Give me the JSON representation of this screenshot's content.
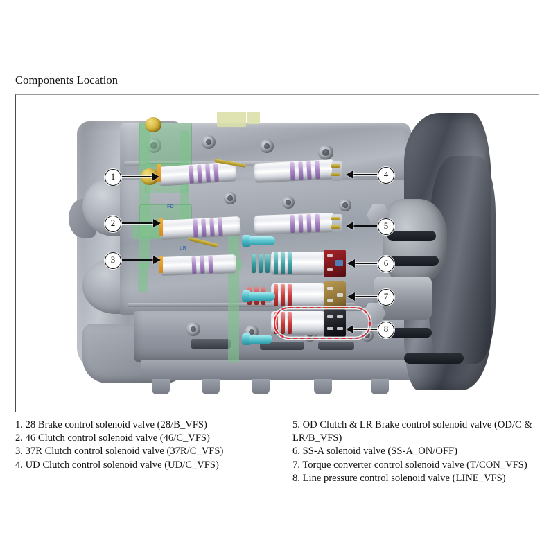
{
  "page": {
    "title": "Components Location"
  },
  "diagram": {
    "alt_name": "automatic-transmission-valve-body-solenoid-location",
    "highlight_color": "#e8262f",
    "callouts": [
      {
        "id": "1",
        "label": "1",
        "side": "left"
      },
      {
        "id": "2",
        "label": "2",
        "side": "left"
      },
      {
        "id": "3",
        "label": "3",
        "side": "left"
      },
      {
        "id": "4",
        "label": "4",
        "side": "right"
      },
      {
        "id": "5",
        "label": "5",
        "side": "right"
      },
      {
        "id": "6",
        "label": "6",
        "side": "right"
      },
      {
        "id": "7",
        "label": "7",
        "side": "right"
      },
      {
        "id": "8",
        "label": "8",
        "side": "right"
      }
    ],
    "part_labels": [
      {
        "text": "FD"
      },
      {
        "text": "LR"
      }
    ]
  },
  "legend": {
    "left_column": [
      "1. 28 Brake control solenoid valve (28/B_VFS)",
      "2. 46 Clutch control solenoid valve (46/C_VFS)",
      "3. 37R Clutch control solenoid valve (37R/C_VFS)",
      "4. UD Clutch control solenoid valve (UD/C_VFS)"
    ],
    "right_column": [
      "5. OD Clutch & LR Brake control solenoid valve (OD/C & LR/B_VFS)",
      "6. SS-A solenoid valve (SS-A_ON/OFF)",
      "7. Torque converter control solenoid valve (T/CON_VFS)",
      "8. Line pressure control solenoid valve (LINE_VFS)"
    ]
  }
}
